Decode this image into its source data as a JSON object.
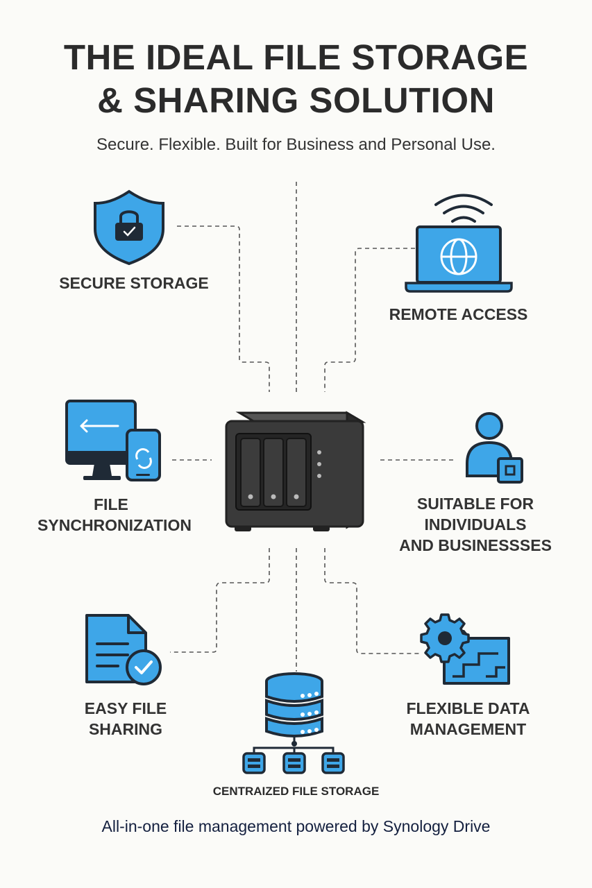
{
  "header": {
    "title_line1": "THE IDEAL FILE STORAGE",
    "title_line2": "& SHARING SOLUTION",
    "subtitle": "Secure. Flexible. Built for Business and Personal Use."
  },
  "features": {
    "secure_storage": "SECURE STORAGE",
    "remote_access": "REMOTE ACCESS",
    "file_sync_line1": "FILE",
    "file_sync_line2": "SYNCHRONIZATION",
    "suitable_line1": "SUITABLE FOR",
    "suitable_line2": "INDIVIDUALS",
    "suitable_line3": "AND BUSINESSSES",
    "easy_sharing_line1": "EASY FILE",
    "easy_sharing_line2": "SHARING",
    "flexible_line1": "FLEXIBLE DATA",
    "flexible_line2": "MANAGEMENT",
    "centralized": "CENTRAIZED FILE STORAGE"
  },
  "footer": {
    "tagline": "All-in-one file management powered by Synology Drive"
  },
  "colors": {
    "accent_blue": "#3ea6e8",
    "outline_dark": "#1f2a36",
    "nas_body": "#3a3a3a",
    "background": "#fbfbf8"
  },
  "icons": [
    "shield-lock-icon",
    "laptop-globe-wifi-icon",
    "monitor-phone-sync-icon",
    "user-badge-icon",
    "document-check-icon",
    "gear-folder-icon",
    "database-network-icon",
    "nas-server-icon"
  ]
}
